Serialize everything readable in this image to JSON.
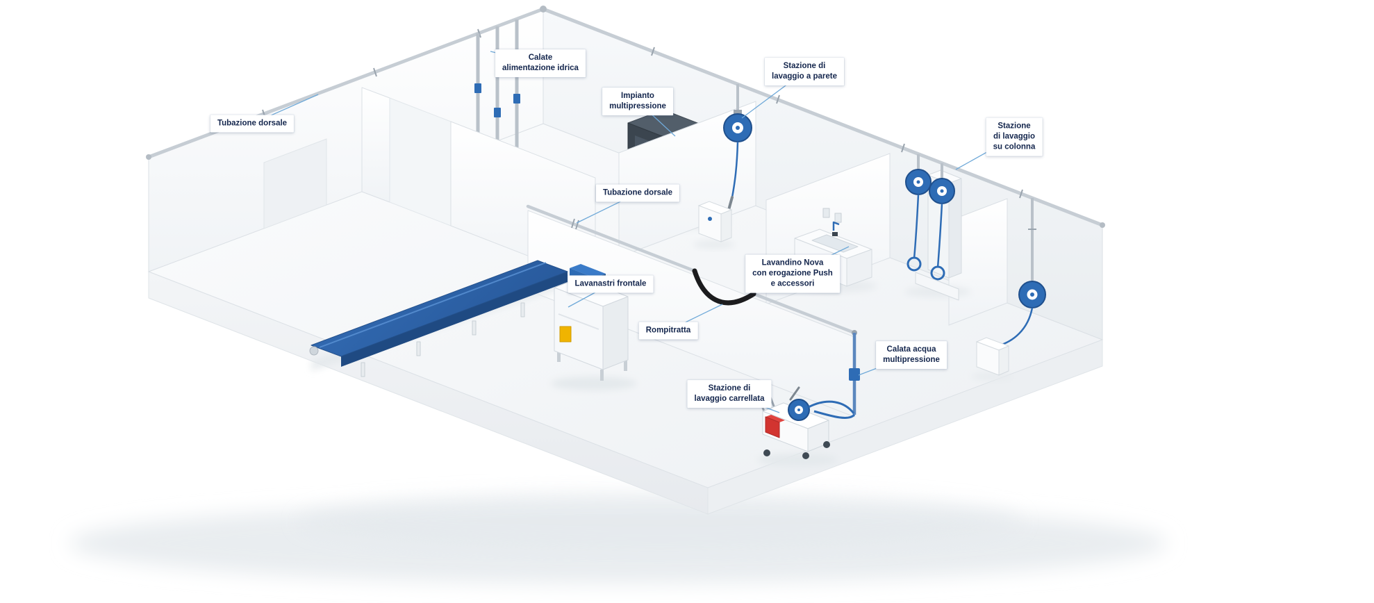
{
  "illustration": {
    "labels": [
      {
        "id": "calate-alimentazione-idrica",
        "text": "Calate\nalimentazione idrica"
      },
      {
        "id": "impianto-multipressione",
        "text": "Impianto\nmultipressione"
      },
      {
        "id": "tubazione-dorsale-sinistra",
        "text": "Tubazione dorsale"
      },
      {
        "id": "stazione-di-lavaggio-a-parete",
        "text": "Stazione di\nlavaggio a parete"
      },
      {
        "id": "stazione-di-lavaggio-su-colonna",
        "text": "Stazione\ndi lavaggio\nsu colonna"
      },
      {
        "id": "tubazione-dorsale-centro",
        "text": "Tubazione dorsale"
      },
      {
        "id": "lavandino-nova",
        "text": "Lavandino Nova\ncon erogazione Push\ne accessori"
      },
      {
        "id": "lavanastri-frontale",
        "text": "Lavanastri frontale"
      },
      {
        "id": "rompitratta",
        "text": "Rompitratta"
      },
      {
        "id": "calata-acqua-multipressione",
        "text": "Calata acqua\nmultipressione"
      },
      {
        "id": "stazione-di-lavaggio-carrellata",
        "text": "Stazione di\nlavaggio carrellata"
      }
    ],
    "colors": {
      "accent_blue": "#2e6cb5",
      "leader_line": "#6fa9d8",
      "label_text": "#14264d",
      "pipe_gray": "#c6cdd4",
      "hose_black": "#1c1c1e",
      "alert_red": "#d23430",
      "detail_yellow": "#f0b400",
      "background": "#ffffff"
    }
  }
}
